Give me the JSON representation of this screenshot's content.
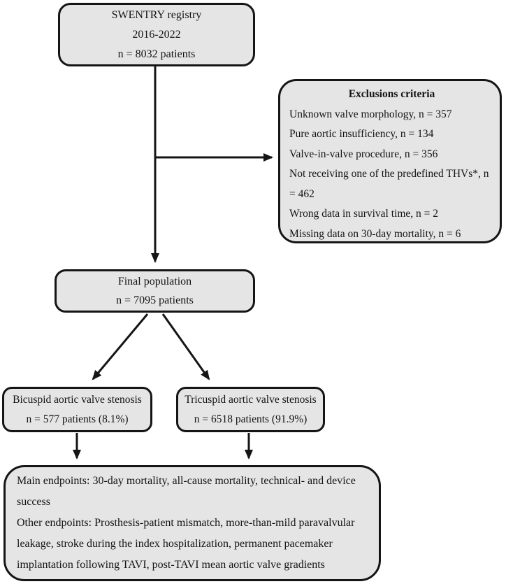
{
  "diagram": {
    "registry": {
      "title": "SWENTRY registry",
      "period": "2016-2022",
      "n": "n = 8032 patients"
    },
    "exclusions": {
      "title": "Exclusions criteria",
      "items": [
        "Unknown valve morphology, n = 357",
        "Pure aortic insufficiency, n = 134",
        "Valve-in-valve procedure, n = 356",
        "Not receiving one of the predefined THVs*, n = 462",
        "Wrong data in survival time, n = 2",
        "Missing data on 30-day mortality, n = 6"
      ]
    },
    "final_population": {
      "title": "Final population",
      "n": "n = 7095 patients"
    },
    "bicuspid": {
      "title": "Bicuspid aortic valve stenosis",
      "n": "n = 577 patients (8.1%)"
    },
    "tricuspid": {
      "title": "Tricuspid aortic valve stenosis",
      "n": "n = 6518 patients (91.9%)"
    },
    "endpoints": {
      "main": "Main endpoints: 30-day mortality, all-cause mortality, technical- and device success",
      "other": "Other endpoints: Prosthesis-patient mismatch, more-than-mild paravalvular leakage, stroke during the index hospitalization, permanent pacemaker implantation following TAVI, post-TAVI mean aortic valve gradients"
    },
    "colors": {
      "box_fill": "#e5e5e5",
      "box_border": "#151515",
      "text": "#141414"
    }
  }
}
